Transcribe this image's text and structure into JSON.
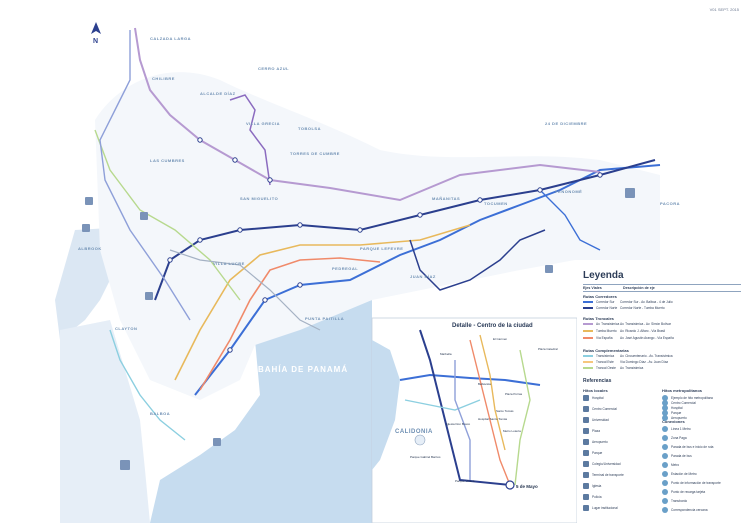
{
  "version": "V01 SEPT. 2015",
  "north_label": "N",
  "bay_label": "BAHÍA DE PANAMÁ",
  "inset_title": "Detalle - Centro de la ciudad",
  "colors": {
    "corredor_sur": "#3c6fd6",
    "corredor_norte": "#2b3f8e",
    "troncal_transistmica": "#b69ad1",
    "troncal_tumba_muerto": "#e8b95c",
    "troncal_via_espana": "#f08a6a",
    "complementaria_1": "#8ccfe0",
    "complementaria_2": "#f6c77d",
    "complementaria_3": "#b7d98e",
    "water": "#c6dcef",
    "land_outline": "#c9d6e6",
    "district_label": "#7e98b8"
  },
  "districts": [
    "CALZADA LARGA",
    "CHILIBRE",
    "CERRO AZUL",
    "ALCALDE DÍAZ",
    "LAS CUMBRES",
    "VILLA GRECIA",
    "TOBOLSA",
    "TORRES DE CUMBRE",
    "24 DE DICIEMBRE",
    "PACORA",
    "PENONOMÉ",
    "MAÑANITAS",
    "TOCUMEN",
    "JUAN DÍAZ",
    "PARQUE LEFEVRE",
    "VILLA LUCRE",
    "ALBROOK",
    "CLAYTON",
    "PUNTA PAITILLA",
    "BALBOA",
    "CALIDONIA",
    "SAN MIGUELITO",
    "PEDREGAL"
  ],
  "inset_stations": [
    "5 de Mayo",
    "Plaza Catedral",
    "Santo Tomás",
    "Iglesia Don Bosco",
    "Bellavista",
    "Hospital Santo Tomás",
    "Metro Lotería",
    "Marbella",
    "Plaza Porras",
    "El Carmen",
    "Parque Urracá"
  ],
  "inset_park": "Parque Gabriel Barrios",
  "inset_area": "CALIDONIA",
  "legend": {
    "title": "Leyenda",
    "col_routes": "Ejes Viales",
    "col_desc": "Descripción de eje",
    "sections": [
      {
        "name": "Rutas Corredores",
        "rows": [
          {
            "label": "Corredor Sur",
            "desc": "Corredor Sur - Av. Balboa - 4 de Julio",
            "color_key": "corredor_sur"
          },
          {
            "label": "Corredor Norte",
            "desc": "Corredor Norte - Tumba Muerto",
            "color_key": "corredor_norte"
          }
        ]
      },
      {
        "name": "Rutas Troncales",
        "rows": [
          {
            "label": "Av. Transístmica",
            "desc": "Av. Transístmica - Av. Simón Bolívar",
            "color_key": "troncal_transistmica"
          },
          {
            "label": "Tumba Muerto",
            "desc": "Av. Ricardo J. Alfaro - Vía Brasil",
            "color_key": "troncal_tumba_muerto"
          },
          {
            "label": "Vía España",
            "desc": "Av. José Agustín Arango - Vía España",
            "color_key": "troncal_via_espana"
          }
        ]
      },
      {
        "name": "Rutas Complementarias",
        "rows": [
          {
            "label": "Transístmica",
            "desc": "Av. Cincuentenario - Av. Transístmica",
            "color_key": "complementaria_1"
          },
          {
            "label": "Troncal Este",
            "desc": "Vía Domingo Díaz - Av. Juan Díaz",
            "color_key": "complementaria_2"
          },
          {
            "label": "Troncal Oeste",
            "desc": "Av. Transístmica",
            "color_key": "complementaria_3"
          }
        ]
      }
    ],
    "refs_title": "Referencias",
    "refs_local": "Hitos locales",
    "refs_metro": "Hitos metropolitanos",
    "refs_connections": "Conexiones",
    "local_items": [
      "Hospital",
      "Centro Comercial",
      "Universidad",
      "Plaza",
      "Aeropuerto",
      "Parque",
      "Colegio/Universidad",
      "Terminal de transporte",
      "Iglesia",
      "Policía",
      "Lugar institucional"
    ],
    "metro_items": [
      "Ejemplo de hito metropolitano",
      "Centro Comercial",
      "Hospital",
      "Parque",
      "Aeropuerto"
    ],
    "connection_items": [
      "Línea 1 Metro",
      "Zona Paga",
      "Parada de bus e inicio de ruta",
      "Parada de bus",
      "Metro",
      "Estación de Metro",
      "Punto de información de transporte",
      "Punto de recarga tarjeta",
      "Transbordo",
      "Correspondencia cercana"
    ]
  }
}
